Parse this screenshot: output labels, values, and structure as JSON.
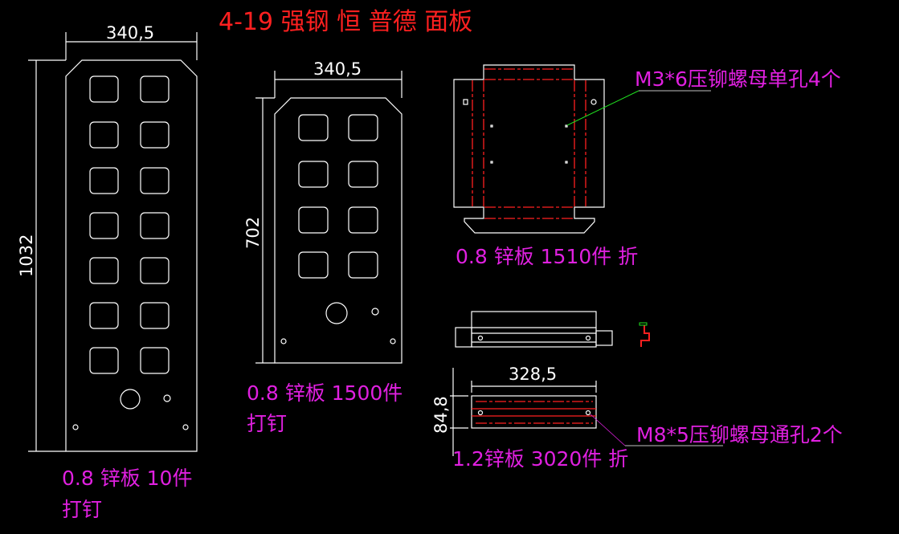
{
  "title": "4-19 强钢 恒 普德 面板",
  "colors": {
    "background": "#000000",
    "title": "#ff2020",
    "annotation": "#e020e0",
    "geometry": "#ffffff",
    "bend_line": "#ff2020",
    "leader": "#20e020"
  },
  "panel_large": {
    "width_dim": "340,5",
    "height_dim": "1032",
    "note_line1": "0.8 锌板 10件",
    "note_line2": "打钉"
  },
  "panel_medium": {
    "width_dim": "340,5",
    "height_dim": "702",
    "note_line1": "0.8 锌板 1500件",
    "note_line2": "打钉"
  },
  "bracket": {
    "callout": "M3*6压铆螺母单孔4个",
    "note": "0.8 锌板 1510件 折"
  },
  "rail": {
    "width_dim": "328,5",
    "height_dim": "84,8",
    "callout": "M8*5压铆螺母通孔2个",
    "note": "1.2锌板 3020件 折"
  }
}
